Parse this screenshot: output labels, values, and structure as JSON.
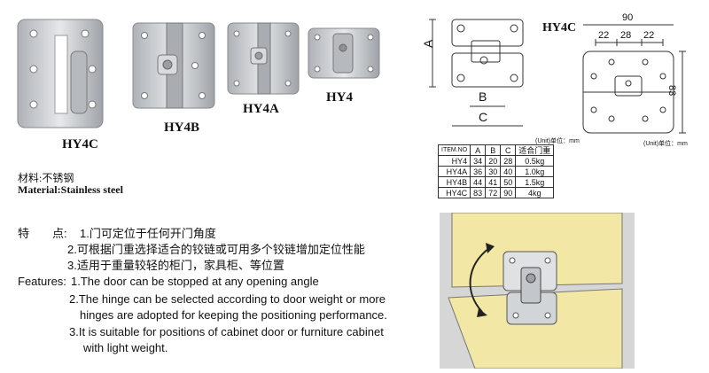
{
  "products": [
    {
      "model": "HY4C"
    },
    {
      "model": "HY4B"
    },
    {
      "model": "HY4A"
    },
    {
      "model": "HY4"
    }
  ],
  "material": {
    "cn": "材料:不锈钢",
    "en": "Material:Stainless steel"
  },
  "features_cn": {
    "lead": "特　　点:",
    "items": [
      "1.门可定位于任何开门角度",
      "2.可根据门重选择适合的铰链或可用多个铰链增加定位性能",
      "3.适用于重量较轻的柜门，家具柜、等位置"
    ]
  },
  "features_en": {
    "lead": "Features:",
    "lines": [
      "1.The door can be stopped at any opening angle",
      "2.The hinge can be selected according to door weight or more",
      "hinges are adopted for keeping the positioning performance.",
      "3.It is suitable for positions of cabinet door or furniture cabinet",
      "with light weight."
    ]
  },
  "drawing_left": {
    "dim_a": "A",
    "dim_b": "B",
    "dim_c": "C"
  },
  "drawing_right": {
    "title": "HY4C",
    "dim_total": "90",
    "dim_segments": [
      "22",
      "28",
      "22"
    ],
    "dim_height": "83",
    "unit": "(Unit)单位：mm"
  },
  "spec_table": {
    "unit": "(Unit)单位：mm",
    "headers": [
      "ITEM.NO",
      "A",
      "B",
      "C",
      "适合门重"
    ],
    "rows": [
      [
        "HY4",
        "34",
        "20",
        "28",
        "0.5kg"
      ],
      [
        "HY4A",
        "36",
        "30",
        "40",
        "1.0kg"
      ],
      [
        "HY4B",
        "44",
        "41",
        "50",
        "1.5kg"
      ],
      [
        "HY4C",
        "83",
        "72",
        "90",
        "4kg"
      ]
    ]
  },
  "colors": {
    "steel": "#c9ccd0",
    "door": "#f2e7a4",
    "panel_bg": "#d6d6d6"
  }
}
